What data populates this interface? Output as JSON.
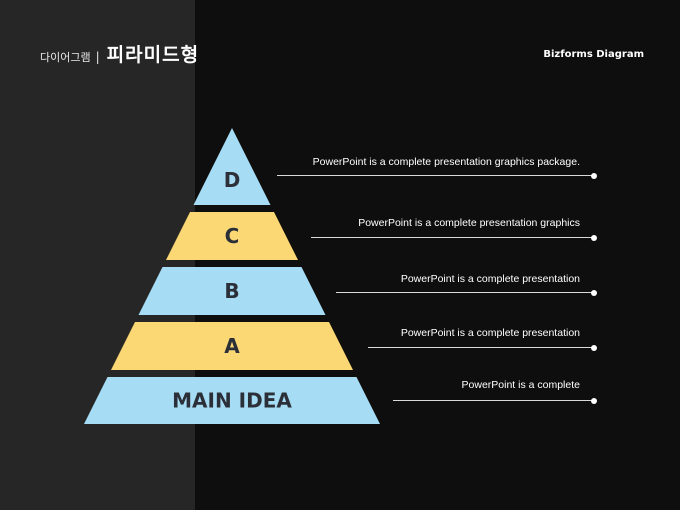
{
  "header": {
    "category": "다이어그램",
    "separator": "|",
    "title": "피라미드형"
  },
  "brand": "Bizforms Diagram",
  "colors": {
    "left_panel": "#262626",
    "background": "#0e0e0e",
    "tier_blue": "#a7dcf5",
    "tier_yellow": "#fcd875",
    "tier_text": "#2b2f38",
    "leader_line": "#d9d9d9"
  },
  "tiers": [
    {
      "label": "D",
      "color": "blue",
      "description": "PowerPoint is a complete presentation graphics package."
    },
    {
      "label": "C",
      "color": "yellow",
      "description": "PowerPoint is a complete presentation graphics"
    },
    {
      "label": "B",
      "color": "blue",
      "description": "PowerPoint is a complete presentation"
    },
    {
      "label": "A",
      "color": "yellow",
      "description": "PowerPoint is a complete presentation"
    },
    {
      "label": "MAIN IDEA",
      "color": "blue",
      "description": "PowerPoint is a complete"
    }
  ]
}
